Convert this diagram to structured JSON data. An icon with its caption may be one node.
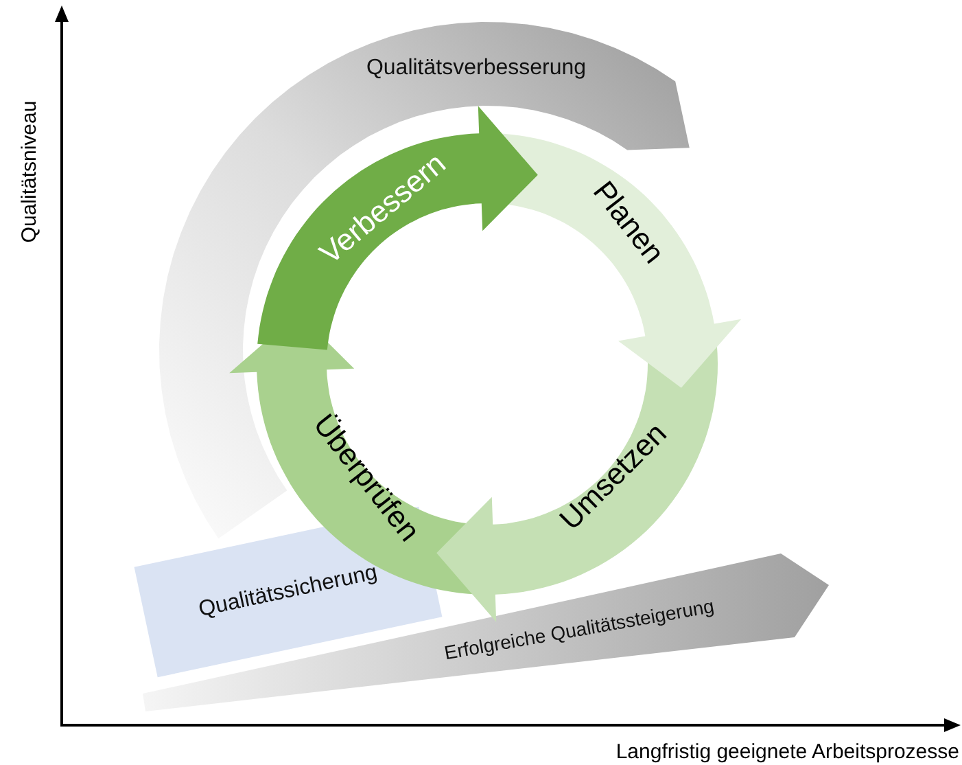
{
  "diagram": {
    "nodes": [
      {
        "text": [
          "Qualitätsverbesserung"
        ]
      },
      {
        "text": [
          "Verbessern"
        ]
      },
      {
        "text": [
          "Planen"
        ]
      },
      {
        "text": [
          "Umsetzen"
        ]
      },
      {
        "text": [
          "Überprüfen"
        ]
      },
      {
        "text": [
          "Qualitätssicherung"
        ]
      },
      {
        "text": [
          "Erfolgreiche Qualitätssteigerung"
        ]
      }
    ],
    "labels": [
      "Qualitätsniveau",
      "Langfristig geeignete Arbeitsprozesse"
    ]
  }
}
